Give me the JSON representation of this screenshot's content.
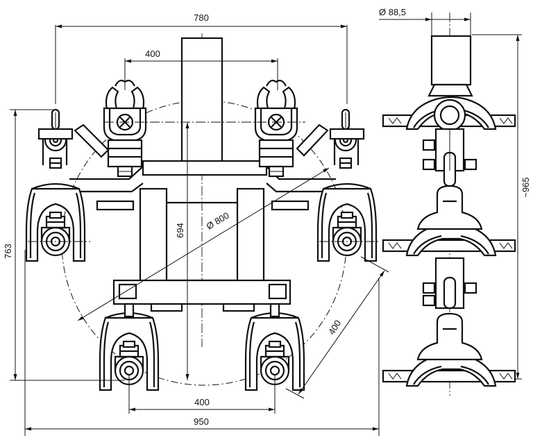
{
  "dimensions": {
    "d780": "780",
    "d400_top": "400",
    "d88_5": "Ø 88,5",
    "d965": "~965",
    "d763": "763",
    "d694": "694",
    "d800": "Ø 800",
    "d400_diag": "400",
    "d400_bottom": "400",
    "d950": "950"
  }
}
